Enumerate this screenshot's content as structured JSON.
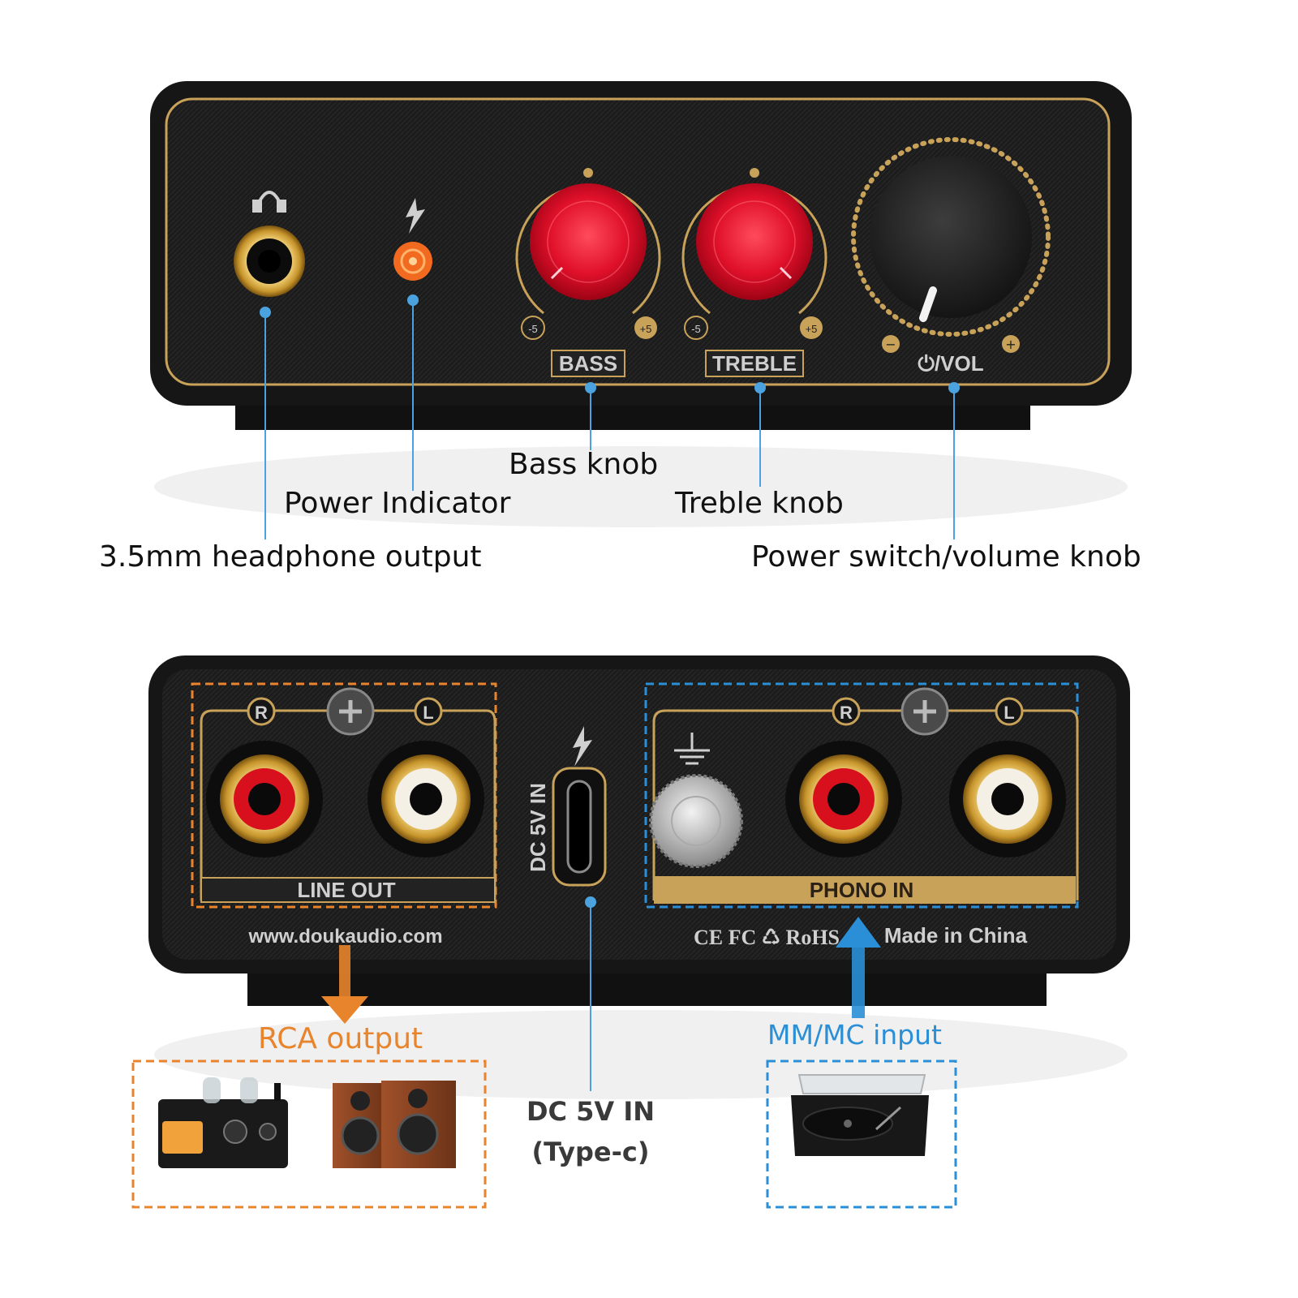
{
  "front_panel": {
    "knob_labels": {
      "bass": "BASS",
      "treble": "TREBLE",
      "volume": "⏻/VOL"
    },
    "scale_min": "-5",
    "scale_max": "+5",
    "volume_min": "−",
    "volume_max": "+"
  },
  "front_callouts": {
    "bass_knob": "Bass knob",
    "power_indicator": "Power Indicator",
    "treble_knob": "Treble knob",
    "headphone_output": "3.5mm headphone output",
    "power_volume_knob": "Power switch/volume knob"
  },
  "rear_panel": {
    "channel_r": "R",
    "channel_l": "L",
    "line_out": "LINE OUT",
    "phono_in": "PHONO IN",
    "dc_label": "DC 5V IN",
    "website": "www.doukaudio.com",
    "certifications": "CE FC ♺ RoHS",
    "made_in": "Made in China"
  },
  "rear_callouts": {
    "rca_output": "RCA output",
    "mm_mc_input": "MM/MC input",
    "dc_in_line1": "DC 5V IN",
    "dc_in_line2": "(Type-c)"
  },
  "colors": {
    "panel": "#1b1b1b",
    "gold": "#c9a25a",
    "knob_red": "#e0102a",
    "orange": "#e8842c",
    "blue": "#2a8fd6"
  }
}
